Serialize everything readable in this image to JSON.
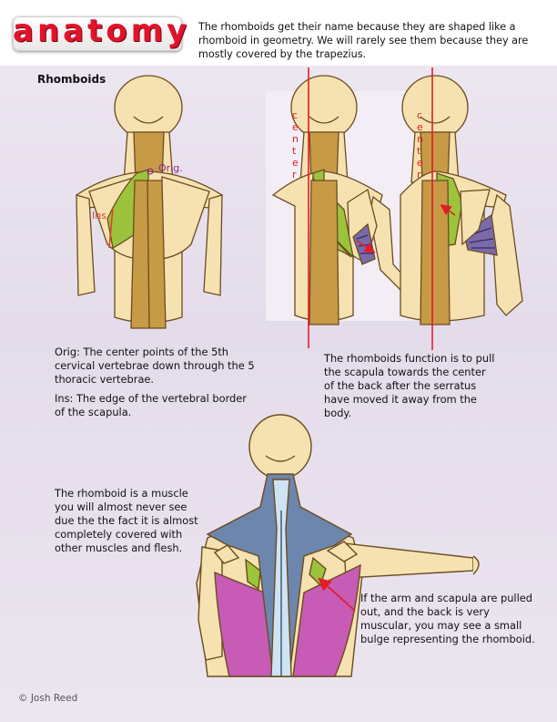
{
  "header": {
    "logo": "anatomy",
    "intro": "The rhomboids get their name because they are shaped like a rhomboid in geometry.   We will rarely see them because they are mostly covered by the trapezius."
  },
  "section_title": "Rhomboids",
  "labels": {
    "orig": "Orig.",
    "ins": "Ins.",
    "center": "center"
  },
  "notes": {
    "orig": "Orig: The center points of the 5th cervical vertebrae down through the 5 thoracic vertebrae.",
    "ins": "Ins: The edge of the vertebral border of the scapula.",
    "function": "The rhomboids function is to pull the scapula towards the center of the back after the serratus have moved it away from the body.",
    "hidden": "The rhomboid is a muscle you will almost never see due the the fact it is almost completely covered with other muscles and flesh.",
    "bulge": "If the arm and scapula are pulled out, and the back is very muscular, you may see a small bulge representing the rhomboid."
  },
  "credit": "© Josh Reed",
  "colors": {
    "skin": "#f6e2b0",
    "outline": "#6b4b20",
    "spine": "#c79a45",
    "rhomboid": "#9cc33c",
    "serratus": "#7b6aa8",
    "trapezius": "#6d86ad",
    "lats": "#c75bb6",
    "center_line": "#e11d2a",
    "label_purple": "#8a2c8a",
    "label_red": "#d9432f"
  }
}
